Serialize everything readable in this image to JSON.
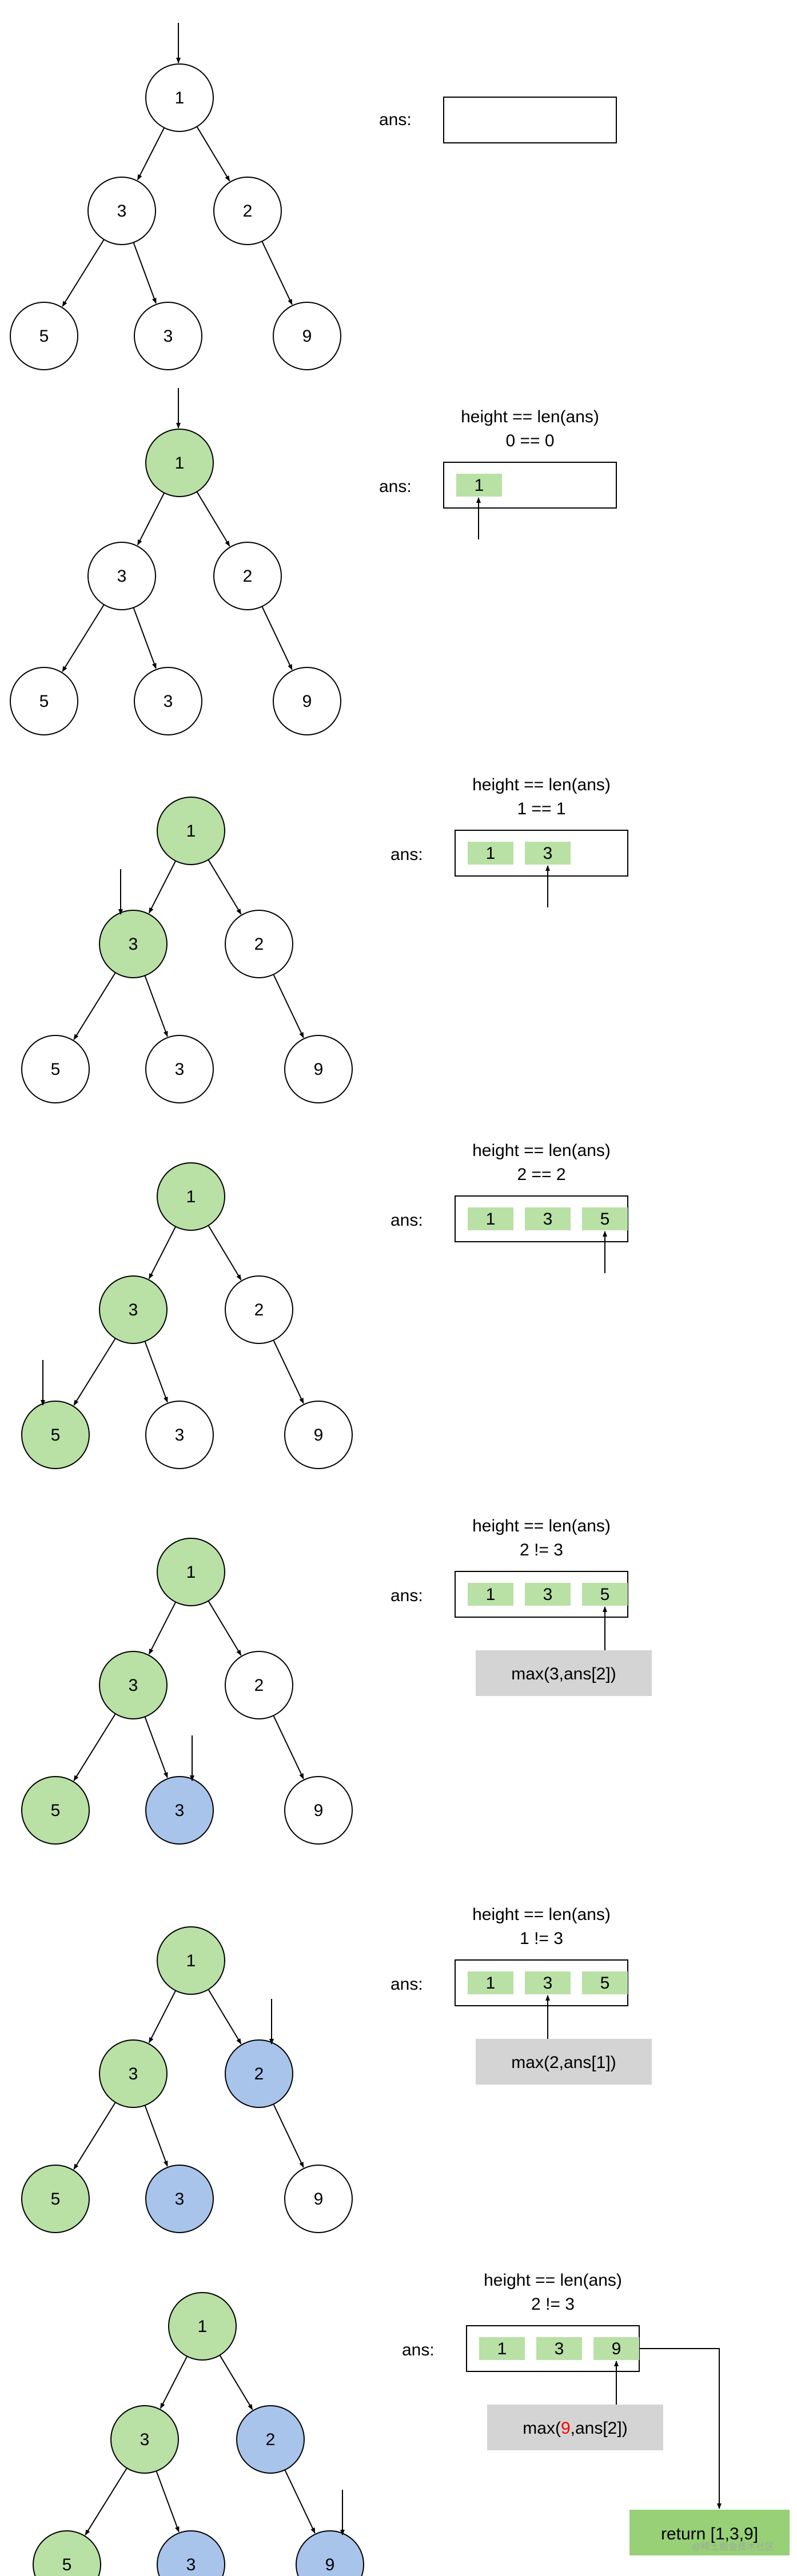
{
  "colors": {
    "visited": "#b9e0a5",
    "max_node": "#a9c4eb",
    "plain": "#ffffff",
    "cell": "#b9e0a5",
    "formula_box": "#d4d4d4",
    "result_box": "#97d077",
    "highlight_text": "#ff0000"
  },
  "ans_label": "ans:",
  "steps": [
    {
      "id": "step-1",
      "nodes": [
        {
          "id": "root",
          "value": "1",
          "state": "plain"
        },
        {
          "id": "l",
          "value": "3",
          "state": "plain"
        },
        {
          "id": "r",
          "value": "2",
          "state": "plain"
        },
        {
          "id": "ll",
          "value": "5",
          "state": "plain"
        },
        {
          "id": "lr",
          "value": "3",
          "state": "plain"
        },
        {
          "id": "rr",
          "value": "9",
          "state": "plain"
        }
      ],
      "pointer": "root",
      "condition": null,
      "ans": [],
      "ans_pointer": null,
      "formula": null
    },
    {
      "id": "step-2",
      "nodes": [
        {
          "id": "root",
          "value": "1",
          "state": "visited"
        },
        {
          "id": "l",
          "value": "3",
          "state": "plain"
        },
        {
          "id": "r",
          "value": "2",
          "state": "plain"
        },
        {
          "id": "ll",
          "value": "5",
          "state": "plain"
        },
        {
          "id": "lr",
          "value": "3",
          "state": "plain"
        },
        {
          "id": "rr",
          "value": "9",
          "state": "plain"
        }
      ],
      "pointer": "root",
      "condition": {
        "line1": "height == len(ans)",
        "line2": "0 == 0"
      },
      "ans": [
        "1"
      ],
      "ans_pointer": 0,
      "formula": null
    },
    {
      "id": "step-3",
      "nodes": [
        {
          "id": "root",
          "value": "1",
          "state": "visited"
        },
        {
          "id": "l",
          "value": "3",
          "state": "visited"
        },
        {
          "id": "r",
          "value": "2",
          "state": "plain"
        },
        {
          "id": "ll",
          "value": "5",
          "state": "plain"
        },
        {
          "id": "lr",
          "value": "3",
          "state": "plain"
        },
        {
          "id": "rr",
          "value": "9",
          "state": "plain"
        }
      ],
      "pointer": "l",
      "condition": {
        "line1": "height == len(ans)",
        "line2": "1 == 1"
      },
      "ans": [
        "1",
        "3"
      ],
      "ans_pointer": 1,
      "formula": null
    },
    {
      "id": "step-4",
      "nodes": [
        {
          "id": "root",
          "value": "1",
          "state": "visited"
        },
        {
          "id": "l",
          "value": "3",
          "state": "visited"
        },
        {
          "id": "r",
          "value": "2",
          "state": "plain"
        },
        {
          "id": "ll",
          "value": "5",
          "state": "visited"
        },
        {
          "id": "lr",
          "value": "3",
          "state": "plain"
        },
        {
          "id": "rr",
          "value": "9",
          "state": "plain"
        }
      ],
      "pointer": "ll",
      "condition": {
        "line1": "height == len(ans)",
        "line2": "2 == 2"
      },
      "ans": [
        "1",
        "3",
        "5"
      ],
      "ans_pointer": 2,
      "formula": null
    },
    {
      "id": "step-5",
      "nodes": [
        {
          "id": "root",
          "value": "1",
          "state": "visited"
        },
        {
          "id": "l",
          "value": "3",
          "state": "visited"
        },
        {
          "id": "r",
          "value": "2",
          "state": "plain"
        },
        {
          "id": "ll",
          "value": "5",
          "state": "visited"
        },
        {
          "id": "lr",
          "value": "3",
          "state": "max_node"
        },
        {
          "id": "rr",
          "value": "9",
          "state": "plain"
        }
      ],
      "pointer": "lr",
      "condition": {
        "line1": "height == len(ans)",
        "line2": "2 != 3"
      },
      "ans": [
        "1",
        "3",
        "5"
      ],
      "ans_pointer": 2,
      "formula": {
        "parts": [
          {
            "text": "max(3,ans[2])",
            "highlight": false
          }
        ]
      }
    },
    {
      "id": "step-6",
      "nodes": [
        {
          "id": "root",
          "value": "1",
          "state": "visited"
        },
        {
          "id": "l",
          "value": "3",
          "state": "visited"
        },
        {
          "id": "r",
          "value": "2",
          "state": "max_node"
        },
        {
          "id": "ll",
          "value": "5",
          "state": "visited"
        },
        {
          "id": "lr",
          "value": "3",
          "state": "max_node"
        },
        {
          "id": "rr",
          "value": "9",
          "state": "plain"
        }
      ],
      "pointer": "r",
      "condition": {
        "line1": "height == len(ans)",
        "line2": "1 != 3"
      },
      "ans": [
        "1",
        "3",
        "5"
      ],
      "ans_pointer": 1,
      "formula": {
        "parts": [
          {
            "text": "max(2,ans[1])",
            "highlight": false
          }
        ]
      }
    },
    {
      "id": "step-7",
      "nodes": [
        {
          "id": "root",
          "value": "1",
          "state": "visited"
        },
        {
          "id": "l",
          "value": "3",
          "state": "visited"
        },
        {
          "id": "r",
          "value": "2",
          "state": "max_node"
        },
        {
          "id": "ll",
          "value": "5",
          "state": "visited"
        },
        {
          "id": "lr",
          "value": "3",
          "state": "max_node"
        },
        {
          "id": "rr",
          "value": "9",
          "state": "max_node"
        }
      ],
      "pointer": "rr",
      "condition": {
        "line1": "height == len(ans)",
        "line2": "2 != 3"
      },
      "ans": [
        "1",
        "3",
        "9"
      ],
      "ans_pointer": 2,
      "formula": {
        "parts": [
          {
            "text": "max(",
            "highlight": false
          },
          {
            "text": "9",
            "highlight": true
          },
          {
            "text": ",ans[2])",
            "highlight": false
          }
        ]
      },
      "result": "return  [1,3,9]"
    }
  ],
  "watermark": "@稀土掘金技术社区"
}
